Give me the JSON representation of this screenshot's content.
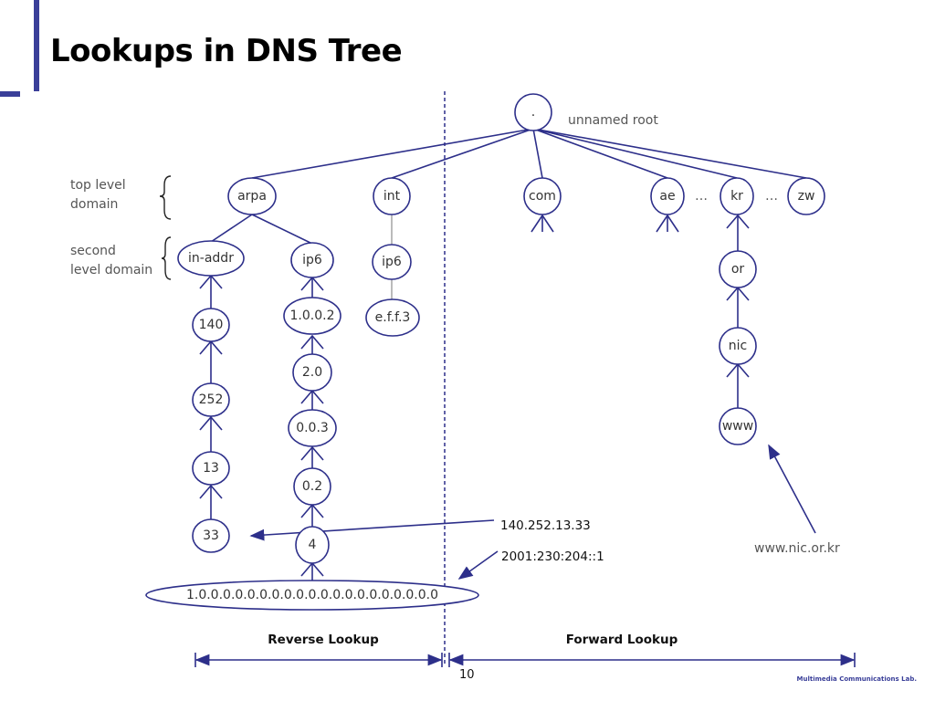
{
  "slide": {
    "title": "Lookups in DNS Tree",
    "page_number": "10",
    "footer": "Multimedia Communications Lab."
  },
  "diagram": {
    "root": {
      "label": ".",
      "caption": "unnamed root"
    },
    "levels": {
      "top": "top level\ndomain",
      "second": "second\nlevel domain"
    },
    "tld": [
      "arpa",
      "int",
      "com",
      "ae",
      "kr",
      "zw"
    ],
    "ellipsis": "…",
    "arpa_children": [
      "in-addr",
      "ip6"
    ],
    "int_children": [
      "ip6"
    ],
    "int_ip6_children": [
      "e.f.f.3"
    ],
    "inaddr_chain": [
      "140",
      "252",
      "13",
      "33"
    ],
    "ip6_chain": [
      "1.0.0.2",
      "2.0",
      "0.0.3",
      "0.2",
      "4",
      "1.0.0.0.0.0.0.0.0.0.0.0.0.0.0.0.0.0.0.0.0"
    ],
    "kr_chain": [
      "or",
      "nic",
      "www"
    ],
    "annotations": {
      "ipv4": "140.252.13.33",
      "ipv6": "2001:230:204::1",
      "fqdn": "www.nic.or.kr"
    },
    "sections": {
      "reverse": "Reverse Lookup",
      "forward": "Forward Lookup"
    }
  }
}
